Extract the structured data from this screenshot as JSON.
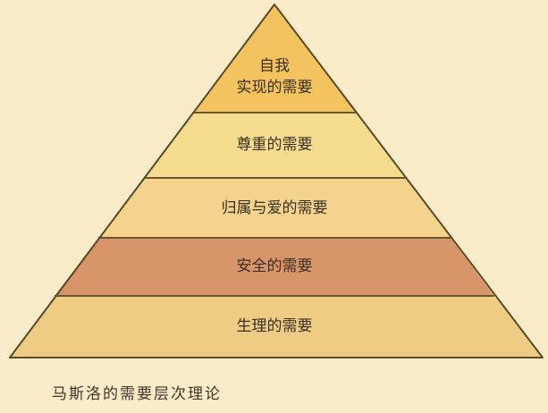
{
  "diagram": {
    "type": "pyramid",
    "title": "马斯洛的需要层次理论",
    "background_color": "#fbecc9",
    "outline_color": "#5a4a2a",
    "levels": [
      {
        "label_line1": "自我",
        "label_line2": "实现的需要",
        "color": "#f2c35e",
        "order": 5
      },
      {
        "label": "尊重的需要",
        "color": "#f6dc8e",
        "order": 4
      },
      {
        "label": "归属与爱的需要",
        "color": "#f4d48c",
        "order": 3
      },
      {
        "label": "安全的需要",
        "color": "#d9956a",
        "order": 2
      },
      {
        "label": "生理的需要",
        "color": "#efcc84",
        "order": 1
      }
    ]
  }
}
